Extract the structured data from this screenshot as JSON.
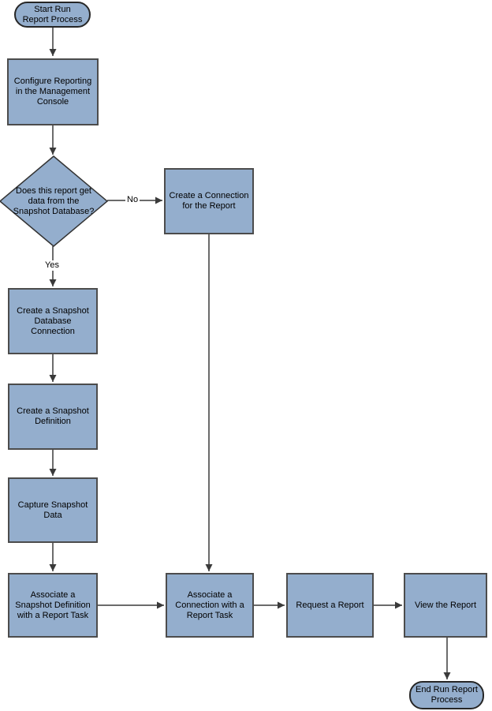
{
  "diagram": {
    "nodes": {
      "start": {
        "type": "terminator",
        "label": "Start Run Report Process"
      },
      "configure": {
        "type": "process",
        "label": "Configure Reporting in the Management Console"
      },
      "decision": {
        "type": "decision",
        "label": "Does this report get data from the Snapshot Database?"
      },
      "create_connection": {
        "type": "process",
        "label": "Create a Connection for the Report"
      },
      "create_snapshot_db": {
        "type": "process",
        "label": "Create a Snapshot Database Connection"
      },
      "create_snapshot_def": {
        "type": "process",
        "label": "Create a Snapshot Definition"
      },
      "capture_snapshot": {
        "type": "process",
        "label": "Capture Snapshot Data"
      },
      "assoc_snapshot": {
        "type": "process",
        "label": "Associate a Snapshot Definition with a Report Task"
      },
      "assoc_connection": {
        "type": "process",
        "label": "Associate a Connection with a Report Task"
      },
      "request_report": {
        "type": "process",
        "label": "Request a Report"
      },
      "view_report": {
        "type": "process",
        "label": "View the Report"
      },
      "end": {
        "type": "terminator",
        "label": "End Run Report Process"
      }
    },
    "edges": [
      {
        "from": "start",
        "to": "configure"
      },
      {
        "from": "configure",
        "to": "decision"
      },
      {
        "from": "decision",
        "to": "create_connection",
        "label": "No"
      },
      {
        "from": "decision",
        "to": "create_snapshot_db",
        "label": "Yes"
      },
      {
        "from": "create_connection",
        "to": "assoc_connection"
      },
      {
        "from": "create_snapshot_db",
        "to": "create_snapshot_def"
      },
      {
        "from": "create_snapshot_def",
        "to": "capture_snapshot"
      },
      {
        "from": "capture_snapshot",
        "to": "assoc_snapshot"
      },
      {
        "from": "assoc_snapshot",
        "to": "assoc_connection"
      },
      {
        "from": "assoc_connection",
        "to": "request_report"
      },
      {
        "from": "request_report",
        "to": "view_report"
      },
      {
        "from": "view_report",
        "to": "end"
      }
    ],
    "colors": {
      "node_fill": "#94aecd",
      "rect_border": "#4c4c4c",
      "terminator_border": "#262626",
      "diamond_border": "#333333",
      "line": "#3a3a3a",
      "text": "#000000",
      "canvas_bg": "#ffffff"
    }
  }
}
